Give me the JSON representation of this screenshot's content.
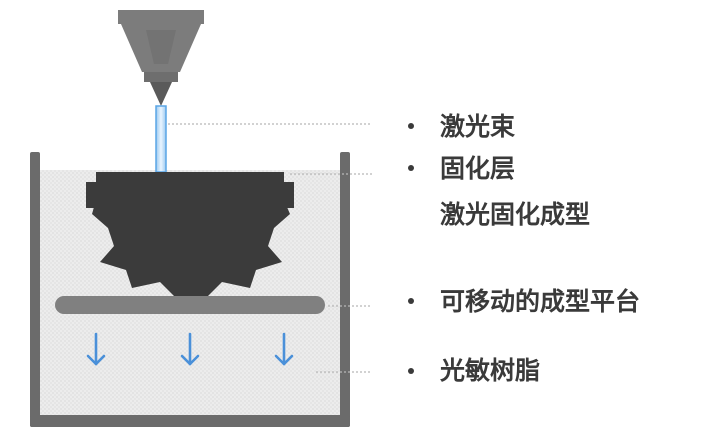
{
  "labels": {
    "laser_beam": "激光束",
    "cured_layer": "固化层",
    "laser_curing": "激光固化成型",
    "moving_platform": "可移动的成型平台",
    "resin": "光敏树脂"
  },
  "colors": {
    "nozzle": "#7c7c7c",
    "nozzle_dark": "#5a5a5a",
    "beam": "#5aa6e6",
    "tank": "#6b6b6b",
    "resin_fill": "#e4e4e4",
    "gear": "#3b3b3b",
    "platform": "#808080",
    "arrow": "#4a90d9",
    "leader": "#b8b8b8",
    "text": "#3a3a3a"
  },
  "icons": {
    "down_arrows": [
      "down-arrow-icon",
      "down-arrow-icon",
      "down-arrow-icon"
    ]
  }
}
